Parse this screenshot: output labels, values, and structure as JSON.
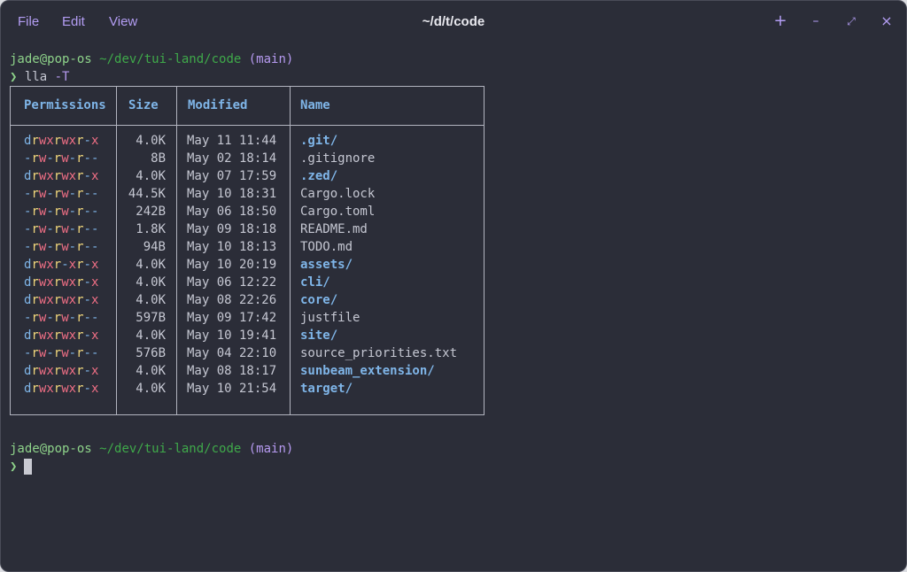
{
  "window": {
    "title": "~/d/t/code",
    "menu": [
      "File",
      "Edit",
      "View"
    ],
    "controls": [
      "+",
      "–",
      "⤢",
      "×"
    ]
  },
  "prompt1": {
    "user": "jade@pop-os",
    "path": "~/dev/tui-land/code",
    "branch": "(main)"
  },
  "command": {
    "symbol": "❯",
    "cmd": "lla",
    "arg": "-T"
  },
  "table": {
    "headers": [
      "Permissions",
      "Size",
      "Modified",
      "Name"
    ],
    "rows": [
      {
        "perm": "drwxrwxr-x",
        "size": "4.0K",
        "modified": "May 11 11:44",
        "name": ".git/",
        "dir": true
      },
      {
        "perm": "-rw-rw-r--",
        "size": "8B",
        "modified": "May 02 18:14",
        "name": ".gitignore",
        "dir": false
      },
      {
        "perm": "drwxrwxr-x",
        "size": "4.0K",
        "modified": "May 07 17:59",
        "name": ".zed/",
        "dir": true
      },
      {
        "perm": "-rw-rw-r--",
        "size": "44.5K",
        "modified": "May 10 18:31",
        "name": "Cargo.lock",
        "dir": false
      },
      {
        "perm": "-rw-rw-r--",
        "size": "242B",
        "modified": "May 06 18:50",
        "name": "Cargo.toml",
        "dir": false
      },
      {
        "perm": "-rw-rw-r--",
        "size": "1.8K",
        "modified": "May 09 18:18",
        "name": "README.md",
        "dir": false
      },
      {
        "perm": "-rw-rw-r--",
        "size": "94B",
        "modified": "May 10 18:13",
        "name": "TODO.md",
        "dir": false
      },
      {
        "perm": "drwxr-xr-x",
        "size": "4.0K",
        "modified": "May 10 20:19",
        "name": "assets/",
        "dir": true
      },
      {
        "perm": "drwxrwxr-x",
        "size": "4.0K",
        "modified": "May 06 12:22",
        "name": "cli/",
        "dir": true
      },
      {
        "perm": "drwxrwxr-x",
        "size": "4.0K",
        "modified": "May 08 22:26",
        "name": "core/",
        "dir": true
      },
      {
        "perm": "-rw-rw-r--",
        "size": "597B",
        "modified": "May 09 17:42",
        "name": "justfile",
        "dir": false
      },
      {
        "perm": "drwxrwxr-x",
        "size": "4.0K",
        "modified": "May 10 19:41",
        "name": "site/",
        "dir": true
      },
      {
        "perm": "-rw-rw-r--",
        "size": "576B",
        "modified": "May 04 22:10",
        "name": "source_priorities.txt",
        "dir": false
      },
      {
        "perm": "drwxrwxr-x",
        "size": "4.0K",
        "modified": "May 08 18:17",
        "name": "sunbeam_extension/",
        "dir": true
      },
      {
        "perm": "drwxrwxr-x",
        "size": "4.0K",
        "modified": "May 10 21:54",
        "name": "target/",
        "dir": true
      }
    ]
  },
  "prompt2": {
    "user": "jade@pop-os",
    "path": "~/dev/tui-land/code",
    "branch": "(main)",
    "symbol": "❯"
  }
}
